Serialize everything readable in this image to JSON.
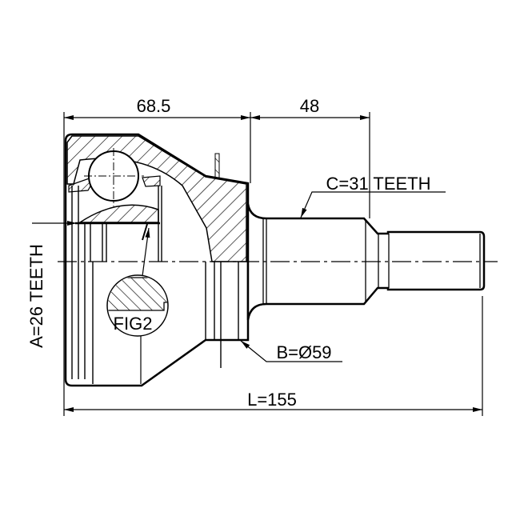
{
  "drawing": {
    "dim_top_left": "68.5",
    "dim_top_right": "48",
    "spline_c": "C=31 TEETH",
    "spline_a": "A=26 TEETH",
    "diameter_b": "B=Ø59",
    "length_l": "L=155",
    "detail_label": "FIG2",
    "line_color": "#000000",
    "background": "#ffffff"
  }
}
